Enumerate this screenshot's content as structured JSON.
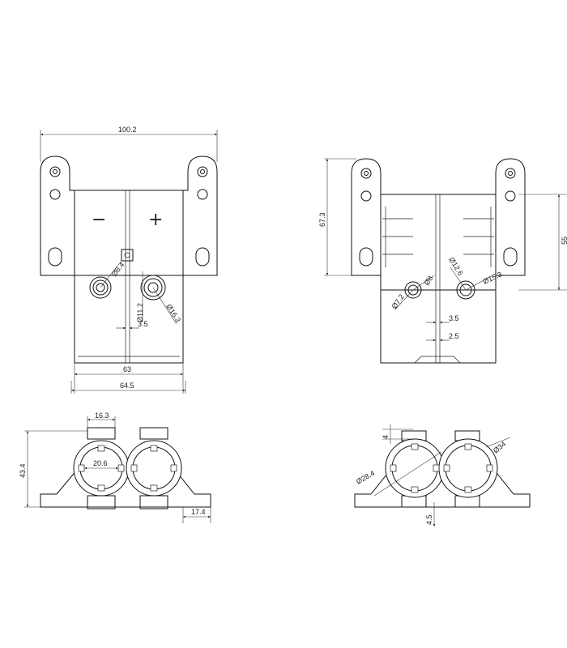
{
  "views": {
    "front_top": {
      "overall_width": "100.2",
      "hole_small": "Ø8.4",
      "hole_inner": "Ø11.2",
      "hole_outer": "Ø16.3",
      "gap": "3.5",
      "width_inner": "63",
      "width_outer": "64.5",
      "minus_symbol": "−",
      "plus_symbol": "+"
    },
    "side_top": {
      "height": "67.3",
      "depth": "55",
      "hole_a": "Ø7.2",
      "hole_b": "Ø8",
      "hole_c": "Ø12.6",
      "hole_d": "Ø15.3",
      "gap_a": "3.5",
      "gap_b": "2.5"
    },
    "front_bottom": {
      "tube_width": "16.3",
      "center_width": "20.6",
      "height": "43.4",
      "foot": "17.4"
    },
    "side_bottom": {
      "tab": "4",
      "inner_dia": "Ø28.4",
      "outer_dia": "Ø34",
      "base": "4.5"
    }
  }
}
